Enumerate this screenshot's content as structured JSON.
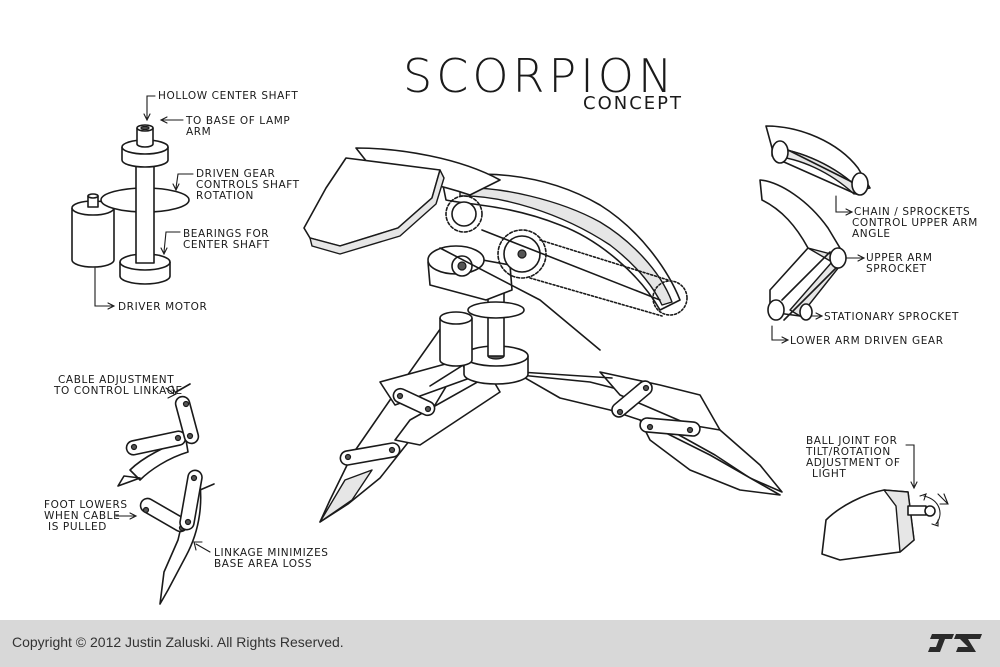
{
  "title": "SCORPION",
  "subtitle": "CONCEPT",
  "labels": {
    "hollow_center_shaft": "HOLLOW CENTER SHAFT",
    "to_base_1": "TO BASE OF LAMP",
    "to_base_2": "ARM",
    "driven_gear_1": "DRIVEN GEAR",
    "driven_gear_2": "CONTROLS SHAFT",
    "driven_gear_3": "ROTATION",
    "bearings_1": "BEARINGS FOR",
    "bearings_2": "CENTER SHAFT",
    "driver_motor": "DRIVER MOTOR",
    "cable_adj_1": "CABLE ADJUSTMENT",
    "cable_adj_2": "TO CONTROL LINKAGE",
    "foot_1": "FOOT LOWERS",
    "foot_2": "WHEN CABLE",
    "foot_3": "IS PULLED",
    "linkage_1": "LINKAGE MINIMIZES",
    "linkage_2": "BASE AREA LOSS",
    "chain_1": "CHAIN / SPROCKETS",
    "chain_2": "CONTROL UPPER ARM",
    "chain_3": "ANGLE",
    "upper_arm_1": "UPPER ARM",
    "upper_arm_2": "SPROCKET",
    "stationary": "STATIONARY SPROCKET",
    "lower_arm": "LOWER ARM DRIVEN GEAR",
    "ball_joint_1": "BALL JOINT FOR",
    "ball_joint_2": "TILT/ROTATION",
    "ball_joint_3": "ADJUSTMENT OF",
    "ball_joint_4": "LIGHT"
  },
  "footer": {
    "copyright": "Copyright © 2012 Justin Zaluski. All Rights Reserved.",
    "logo_icon": "jz-monogram-logo"
  }
}
